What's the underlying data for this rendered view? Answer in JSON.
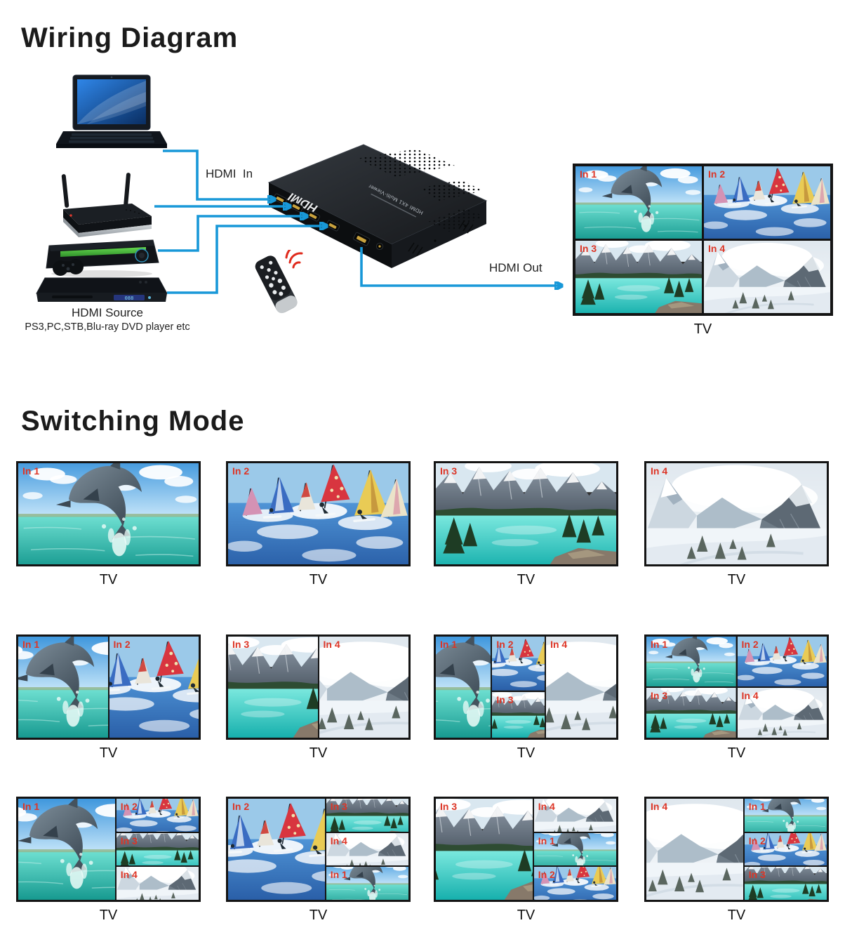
{
  "titles": {
    "wiring": "Wiring Diagram",
    "switching": "Switching Mode"
  },
  "wiring": {
    "hdmi_in_label": "HDMI  In",
    "hdmi_out_label": "HDMI Out",
    "source_title": "HDMI Source",
    "source_subtitle": "PS3,PC,STB,Blu-ray DVD player etc",
    "tv_caption": "TV",
    "dvd_display": "088",
    "device": {
      "logo": "HDMI",
      "model": "HDMI 4X1 Multi-Viewer"
    },
    "tv": {
      "layout": "quad",
      "panes": [
        1,
        2,
        3,
        4
      ]
    }
  },
  "inputs": [
    {
      "id": 1,
      "label": "In 1",
      "scene": "dolphin"
    },
    {
      "id": 2,
      "label": "In 2",
      "scene": "windsurf"
    },
    {
      "id": 3,
      "label": "In 3",
      "scene": "mountain-lake"
    },
    {
      "id": 4,
      "label": "In 4",
      "scene": "snow"
    }
  ],
  "switching": {
    "tv_caption": "TV",
    "rows": [
      {
        "screens": [
          {
            "layout": "single",
            "panes": [
              1
            ]
          },
          {
            "layout": "single",
            "panes": [
              2
            ]
          },
          {
            "layout": "single",
            "panes": [
              3
            ]
          },
          {
            "layout": "single",
            "panes": [
              4
            ]
          }
        ]
      },
      {
        "screens": [
          {
            "layout": "split2",
            "panes": [
              1,
              2
            ]
          },
          {
            "layout": "split2",
            "panes": [
              3,
              4
            ]
          },
          {
            "layout": "col3",
            "panes": [
              1,
              2,
              3,
              4
            ]
          },
          {
            "layout": "quad",
            "panes": [
              1,
              2,
              3,
              4
            ]
          }
        ]
      },
      {
        "screens": [
          {
            "layout": "bigleft",
            "panes": [
              1,
              2,
              3,
              4
            ]
          },
          {
            "layout": "bigleft",
            "panes": [
              2,
              3,
              4,
              1
            ]
          },
          {
            "layout": "bigleft",
            "panes": [
              3,
              4,
              1,
              2
            ]
          },
          {
            "layout": "bigleft",
            "panes": [
              4,
              1,
              2,
              3
            ]
          }
        ]
      }
    ]
  },
  "colors": {
    "wire": "#1898d8",
    "input_label": "#dd3526",
    "title": "#1b1b1b"
  }
}
